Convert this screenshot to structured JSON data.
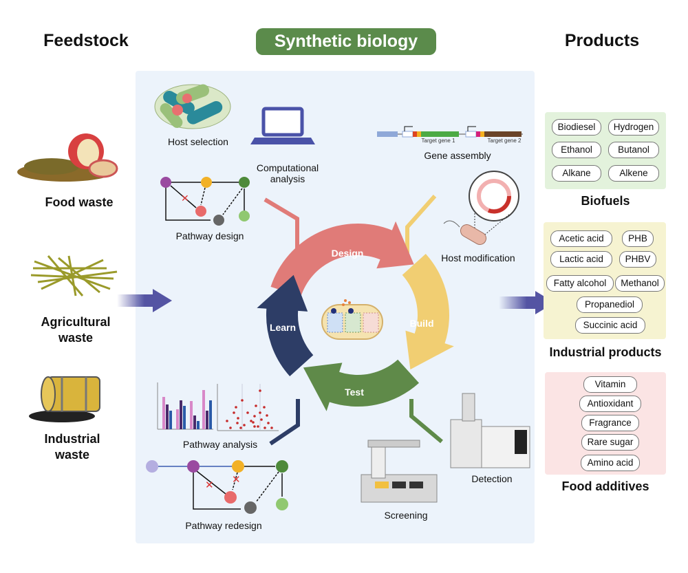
{
  "headers": {
    "feedstock": "Feedstock",
    "synthetic_biology": "Synthetic biology",
    "products": "Products"
  },
  "feedstock": [
    {
      "label": "Food waste"
    },
    {
      "label": "Agricultural waste"
    },
    {
      "label": "Industrial waste"
    }
  ],
  "cycle": {
    "stages": [
      {
        "label": "Design",
        "color": "#e07b78"
      },
      {
        "label": "Build",
        "color": "#f1ce72"
      },
      {
        "label": "Test",
        "color": "#5f8a49"
      },
      {
        "label": "Learn",
        "color": "#2d3d66"
      }
    ]
  },
  "steps": {
    "host_selection": "Host selection",
    "computational_analysis": "Computational analysis",
    "pathway_design": "Pathway design",
    "gene_assembly": "Gene assembly",
    "target_gene_1": "Target gene 1",
    "target_gene_2": "Target gene 2",
    "host_modification": "Host modification",
    "pathway_analysis": "Pathway analysis",
    "pathway_redesign": "Pathway redesign",
    "screening": "Screening",
    "detection": "Detection"
  },
  "products": {
    "biofuels": {
      "title": "Biofuels",
      "color": "#e3f2dc",
      "items": [
        "Biodiesel",
        "Hydrogen",
        "Ethanol",
        "Butanol",
        "Alkane",
        "Alkene"
      ]
    },
    "industrial": {
      "title": "Industrial products",
      "color": "#f6f3d1",
      "items": [
        "Acetic acid",
        "PHB",
        "Lactic acid",
        "PHBV",
        "Fatty alcohol",
        "Methanol",
        "Propanediol",
        "Succinic acid"
      ]
    },
    "food": {
      "title": "Food additives",
      "color": "#fbe4e4",
      "items": [
        "Vitamin",
        "Antioxidant",
        "Fragrance",
        "Rare sugar",
        "Amino acid"
      ]
    }
  },
  "arrow_color": "#5454a3"
}
